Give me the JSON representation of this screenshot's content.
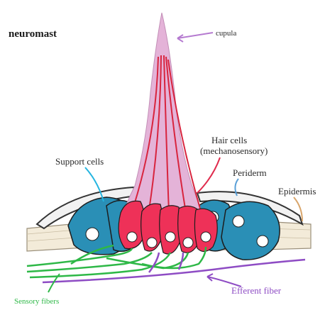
{
  "diagram": {
    "title": "neuromast",
    "labels": {
      "cupula": "cupula",
      "hair_cells": "Hair cells",
      "hair_cells_sub": "(mechanosensory)",
      "support_cells": "Support cells",
      "periderm": "Periderm",
      "epidermis": "Epidermis",
      "sensory_fibers": "Sensory fibers",
      "efferent_fiber": "Efferent fiber"
    },
    "colors": {
      "cupula": "#e4b3d8",
      "hair_cell": "#ee3158",
      "support_cell": "#2a8fb6",
      "nucleus": "#ffffff",
      "sensory_fiber": "#2eb847",
      "efferent_fiber": "#8e4cc4",
      "periderm": "#f2f2f2",
      "epidermis": "#f3ebd9",
      "support_pointer": "#25b5e0",
      "periderm_pointer": "#5aa0d8",
      "epidermis_pointer": "#d9a56a"
    }
  }
}
